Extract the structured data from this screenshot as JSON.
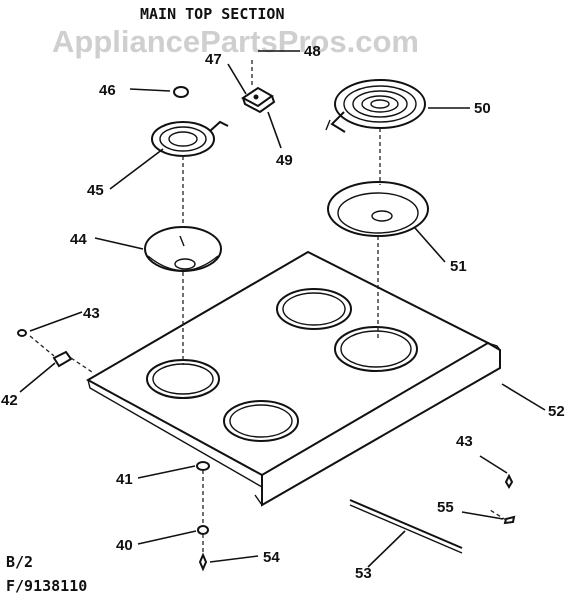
{
  "diagram": {
    "title": "MAIN TOP SECTION",
    "watermark": "AppliancePartsPros.com",
    "footer": {
      "line1": "B/2",
      "line2": "F/9138110"
    },
    "callouts": [
      "40",
      "41",
      "42",
      "43",
      "43",
      "44",
      "45",
      "46",
      "47",
      "48",
      "49",
      "50",
      "51",
      "52",
      "53",
      "54",
      "55"
    ]
  }
}
